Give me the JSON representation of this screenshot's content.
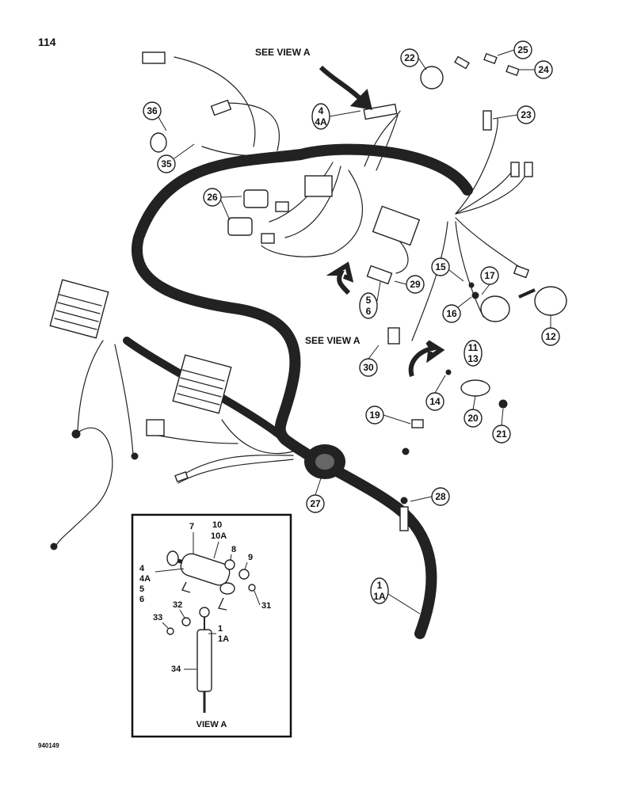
{
  "page": {
    "page_number": "114",
    "figure_code": "940149"
  },
  "labels": {
    "see_view_a_top": "SEE VIEW A",
    "see_view_a_mid": "SEE VIEW A",
    "view_a_caption": "VIEW A"
  },
  "callouts": [
    {
      "id": "c1",
      "text": "1",
      "sub": "1A"
    },
    {
      "id": "c4",
      "text": "4",
      "sub": "4A"
    },
    {
      "id": "c5",
      "text": "5",
      "sub": "6"
    },
    {
      "id": "c11",
      "text": "11",
      "sub": "13"
    },
    {
      "id": "c12",
      "text": "12"
    },
    {
      "id": "c14",
      "text": "14"
    },
    {
      "id": "c15",
      "text": "15"
    },
    {
      "id": "c16",
      "text": "16"
    },
    {
      "id": "c17",
      "text": "17"
    },
    {
      "id": "c19",
      "text": "19"
    },
    {
      "id": "c20",
      "text": "20"
    },
    {
      "id": "c21",
      "text": "21"
    },
    {
      "id": "c22",
      "text": "22"
    },
    {
      "id": "c23",
      "text": "23"
    },
    {
      "id": "c24",
      "text": "24"
    },
    {
      "id": "c25",
      "text": "25"
    },
    {
      "id": "c26",
      "text": "26"
    },
    {
      "id": "c27",
      "text": "27"
    },
    {
      "id": "c28",
      "text": "28"
    },
    {
      "id": "c29",
      "text": "29"
    },
    {
      "id": "c30",
      "text": "30"
    },
    {
      "id": "c35",
      "text": "35"
    },
    {
      "id": "c36",
      "text": "36"
    }
  ],
  "view_a_labels": {
    "l7": "7",
    "l10": "10",
    "l10a": "10A",
    "l8": "8",
    "l9": "9",
    "l4": "4",
    "l4a": "4A",
    "l5": "5",
    "l6": "6",
    "l31": "31",
    "l32": "32",
    "l33": "33",
    "l1": "1",
    "l1a": "1A",
    "l34": "34"
  }
}
